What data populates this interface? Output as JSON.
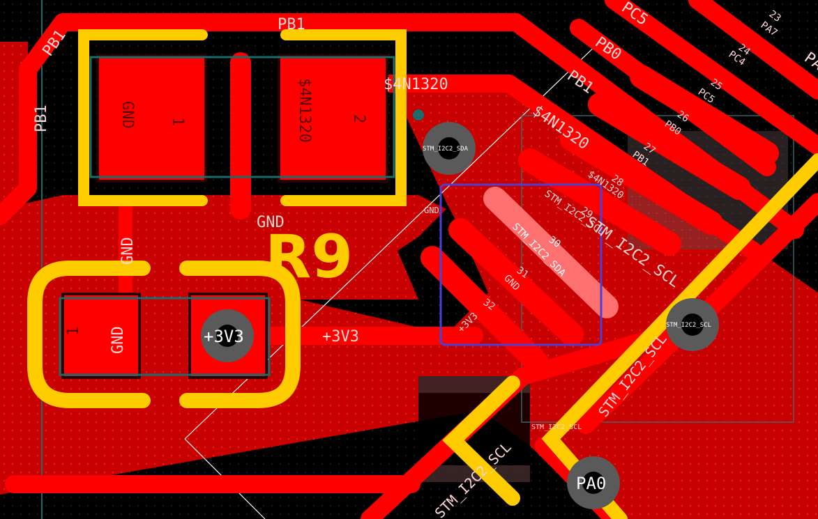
{
  "colors": {
    "background": "#000000",
    "copper": "#ff0000",
    "copper_dark": "#b00000",
    "silkscreen": "#ffcc00",
    "via": "#5a5a5a",
    "selection": "#4c3fd6",
    "edge": "#1c6b6b"
  },
  "footprint": {
    "designator": "R9",
    "pad1_num": "1",
    "pad1_net": "GND",
    "pad2_num": "2",
    "pad2_net": "$4N1320"
  },
  "footprint2": {
    "pad1_num": "1",
    "pad1_net": "GND",
    "pad2_net": "+3V3"
  },
  "traces": {
    "pb1_top": "PB1",
    "pb1_left_a": "PB1",
    "pb1_left_b": "PB1",
    "n1320_h": "$4N1320",
    "n1320_diag": "$4N1320",
    "pb1_diag": "PB1",
    "pb0_diag": "PB0",
    "pc5_diag": "PC5",
    "pa_edge": "PA",
    "p3v3_h": "+3V3",
    "gnd_net_a": "GND",
    "gnd_net_b": "GND",
    "gnd_net_c": "GND",
    "scl_diag_right": "STM_I2C2_SCL",
    "scl_diag_mid": "STM_I2C2_SCL",
    "scl_diag_bottom": "STM_I2C2_SCL",
    "scl_small": "STM_I2C2_SCL",
    "sda_small": "STM_I2C2_SDA",
    "scl_diag_left": "STM_I2C2_SCL"
  },
  "vias": {
    "sda": "STM_I2C2_SDA",
    "scl": "STM_I2C2_SCL",
    "p3v3": "+3V3",
    "pa0": "PA0"
  },
  "ic_pins": [
    {
      "num": "23",
      "net": "PA7"
    },
    {
      "num": "24",
      "net": "PC4"
    },
    {
      "num": "25",
      "net": "PC5"
    },
    {
      "num": "26",
      "net": "PB0"
    },
    {
      "num": "27",
      "net": "PB1"
    },
    {
      "num": "28",
      "net": "$4N1320"
    },
    {
      "num": "29",
      "net": "STM_I2C2_SCL"
    },
    {
      "num": "30",
      "net": "STM_I2C2_SDA"
    },
    {
      "num": "31",
      "net": "GND"
    },
    {
      "num": "32",
      "net": "+3V3"
    }
  ]
}
